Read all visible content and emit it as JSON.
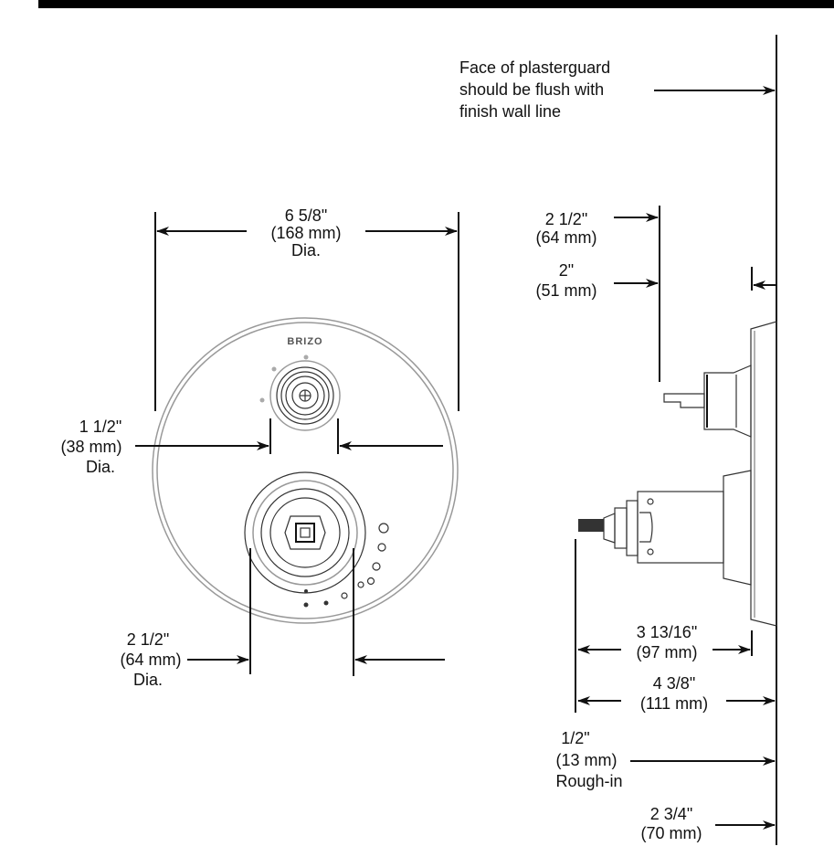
{
  "brand_logo": "BRIZO",
  "notes": {
    "plasterguard": [
      "Face of plasterguard",
      "should be flush with",
      "finish wall line"
    ]
  },
  "front_view": {
    "overall_dia": [
      "6 5/8\"",
      "(168 mm)",
      "Dia."
    ],
    "diverter_dia": [
      "1 1/2\"",
      "(38 mm)",
      "Dia."
    ],
    "handle_dia": [
      "2 1/2\"",
      "(64 mm)",
      "Dia."
    ]
  },
  "side_view": {
    "max_depth": [
      "2 1/2\"",
      "(64 mm)"
    ],
    "min_depth": [
      "2\"",
      "(51 mm)"
    ],
    "stem_to_guard": [
      "3 13/16\"",
      "(97 mm)"
    ],
    "stem_to_wall": [
      "4 3/8\"",
      "(111 mm)"
    ],
    "rough_in": [
      "1/2\"",
      "(13 mm)",
      "Rough-in"
    ],
    "max_wall": [
      "2 3/4\"",
      "(70 mm)"
    ]
  }
}
